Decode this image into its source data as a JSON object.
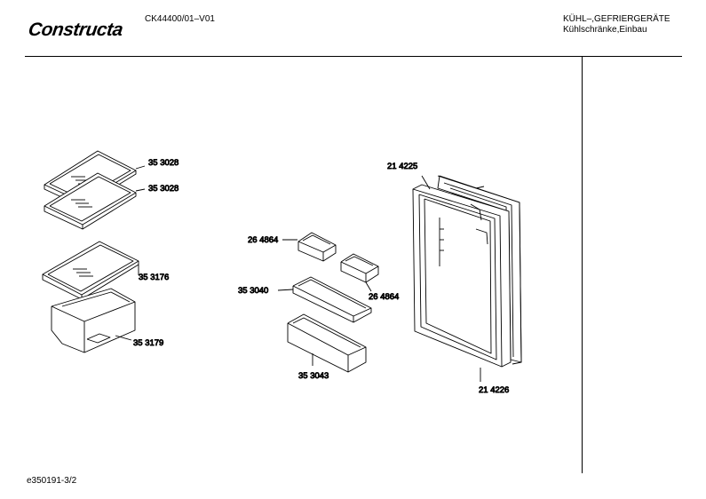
{
  "header": {
    "logo_text": "Constructa",
    "model": "CK44400/01–V01",
    "category_line1": "KÜHL–,GEFRIERGERÄTE",
    "category_line2": "Kühlschränke,Einbau"
  },
  "footer": {
    "doc_id": "e350191-3/2"
  },
  "parts": {
    "shelf_upper": "35 3028",
    "shelf_second": "35 3028",
    "shelf_third": "35 3176",
    "crisper": "35 3179",
    "egg_tray_left": "26 4864",
    "egg_tray_right": "26 4864",
    "door_shelf_small": "35 3040",
    "door_shelf_large": "35 3043",
    "door_gasket_inner": "21 4225",
    "door_gasket_outer": "21 4226"
  }
}
